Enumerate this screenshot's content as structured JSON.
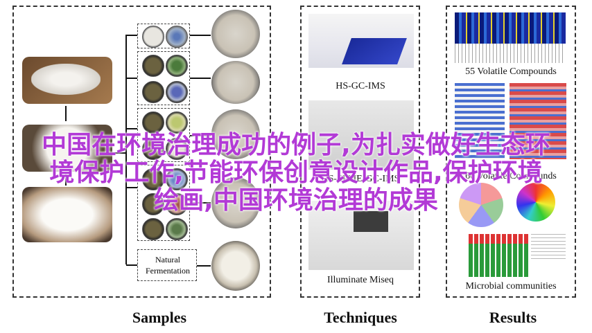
{
  "sections": {
    "samples": "Samples",
    "techniques": "Techniques",
    "results": "Results"
  },
  "samples": {
    "natural_fermentation": "Natural Fermentation"
  },
  "techniques": {
    "items": [
      "HS-GC-IMS",
      "HS-SPME-GC-IMS",
      "Illuminate Miseq"
    ]
  },
  "results": {
    "items": [
      "55 Volatile Compounds",
      "60 Volatile Compounds",
      "Microbial communities"
    ]
  },
  "overlay": {
    "line1": "中国在环境治理成功的例子,为扎实做好生态环",
    "line2": "境保护工作,节能环保创意设计作品,保护环境",
    "line3": "绘画,中国环境治理的成果"
  },
  "colors": {
    "overlay_text": "#b23ad6",
    "panel_border": "#333333"
  }
}
